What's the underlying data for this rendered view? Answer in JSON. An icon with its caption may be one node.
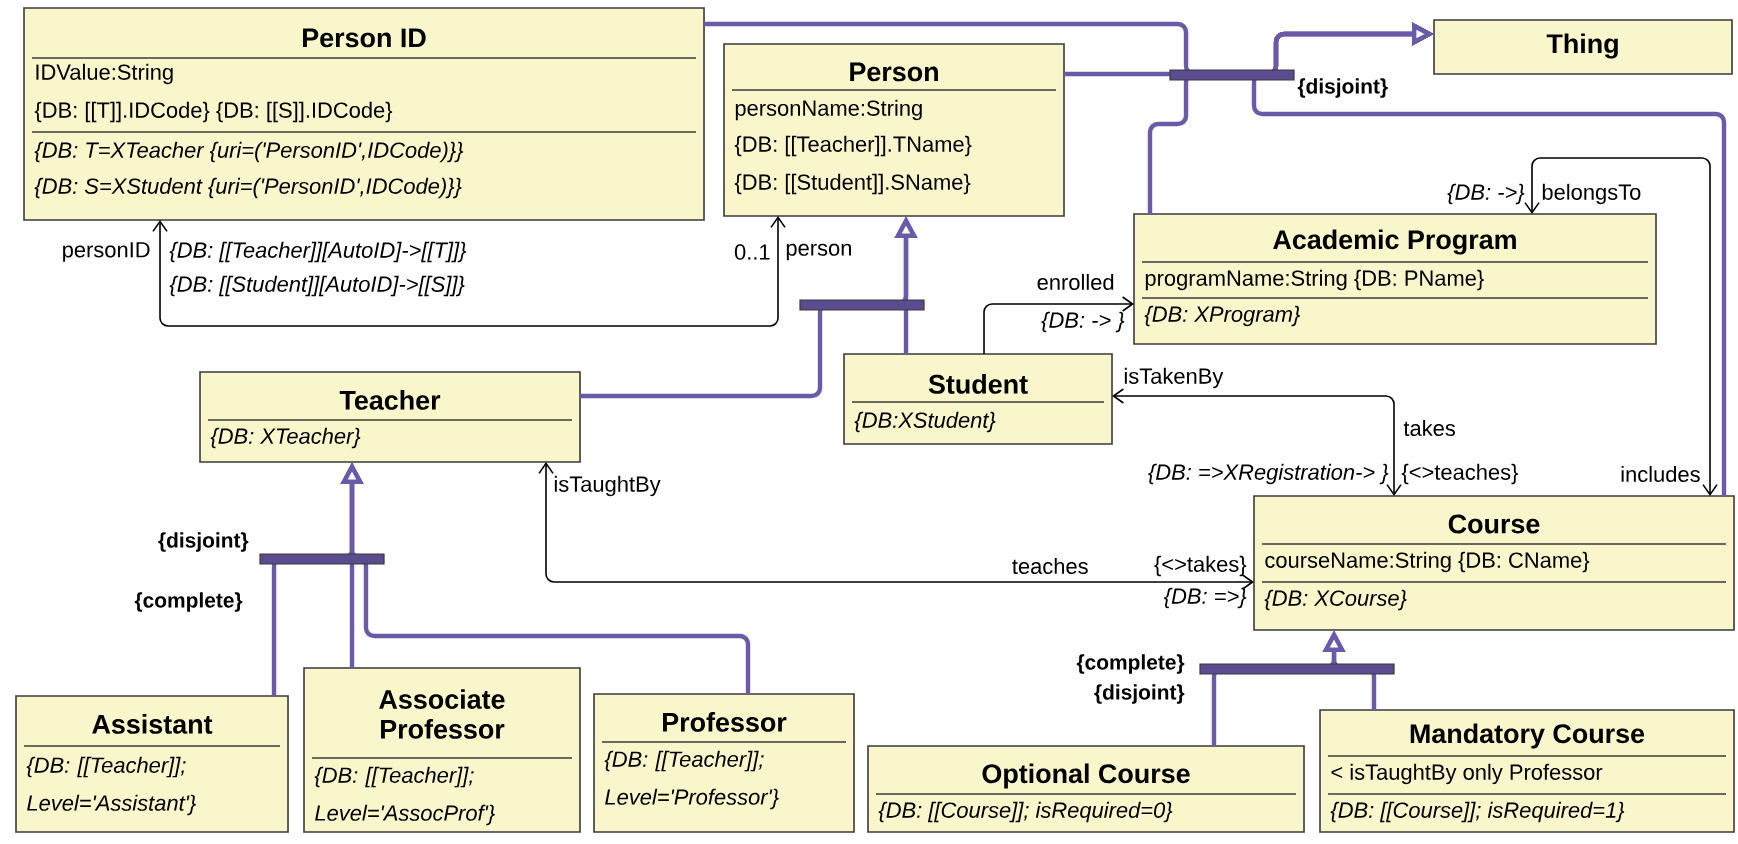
{
  "diagram": {
    "nodes": [
      {
        "text": [
          "Person ID",
          "IDValue:String",
          "{DB: [[T]].IDCode} {DB: [[S]].IDCode}",
          "{DB: T=XTeacher {uri=('PersonID',IDCode)}}",
          "{DB: S=XStudent {uri=('PersonID',IDCode)}}"
        ]
      },
      {
        "text": [
          "Person",
          "personName:String",
          "{DB:  [[Teacher]].TName}",
          "{DB:  [[Student]].SName}"
        ]
      },
      {
        "text": [
          "Thing"
        ]
      },
      {
        "text": [
          "Academic Program",
          "programName:String {DB: PName}",
          "{DB: XProgram}"
        ]
      },
      {
        "text": [
          "Teacher",
          "{DB: XTeacher}"
        ]
      },
      {
        "text": [
          "Student",
          "{DB:XStudent}"
        ]
      },
      {
        "text": [
          "Course",
          "courseName:String {DB: CName}",
          "{DB: XCourse}"
        ]
      },
      {
        "text": [
          "Assistant",
          "{DB: [[Teacher]]; Level='Assistant'}"
        ]
      },
      {
        "text": [
          "Associate Professor",
          "{DB: [[Teacher]]; Level='AssocProf'}"
        ]
      },
      {
        "text": [
          "Professor",
          "{DB: [[Teacher]]; Level='Professor'}"
        ]
      },
      {
        "text": [
          "Optional Course",
          "{DB: [[Course]]; isRequired=0}"
        ]
      },
      {
        "text": [
          "Mandatory Course",
          "< isTaughtBy only Professor",
          "{DB: [[Course]]; isRequired=1}"
        ]
      }
    ],
    "edges": [
      {
        "from": 0,
        "to": 2,
        "arrow": "to"
      },
      {
        "from": 1,
        "to": 2,
        "arrow": "to"
      },
      {
        "from": 3,
        "to": 2,
        "arrow": "to"
      },
      {
        "from": 6,
        "to": 2,
        "arrow": "to"
      },
      {
        "from": 4,
        "to": 1,
        "arrow": "to"
      },
      {
        "from": 5,
        "to": 1,
        "arrow": "to"
      },
      {
        "from": 7,
        "to": 4,
        "arrow": "to"
      },
      {
        "from": 8,
        "to": 4,
        "arrow": "to"
      },
      {
        "from": 9,
        "to": 4,
        "arrow": "to"
      },
      {
        "from": 10,
        "to": 6,
        "arrow": "to"
      },
      {
        "from": 11,
        "to": 6,
        "arrow": "to"
      },
      {
        "from": 0,
        "to": 1,
        "arrow": "both",
        "color": "#000000"
      },
      {
        "from": 3,
        "to": 6,
        "arrow": "both",
        "color": "#000000"
      },
      {
        "from": 5,
        "to": 3,
        "arrow": "to",
        "color": "#000000"
      },
      {
        "from": 5,
        "to": 6,
        "arrow": "both",
        "color": "#000000"
      },
      {
        "from": 4,
        "to": 6,
        "arrow": "both",
        "color": "#000000"
      }
    ],
    "labels": [
      "{disjoint}",
      "{DB: ->}",
      "belongsTo",
      "personID",
      "{DB: [[Teacher]][AutoID]->[[T]]}",
      "0..1",
      "person",
      "{DB: [[Student]][AutoID]->[[S]]}",
      "enrolled",
      "{DB: -> }",
      "isTakenBy",
      "takes",
      "{DB: =>XRegistration-> }",
      "{<>teaches}",
      "includes",
      "isTaughtBy",
      "{disjoint}",
      "{complete}",
      "teaches",
      "{<>takes}",
      "{DB: =>}",
      "{complete}",
      "{disjoint}"
    ]
  }
}
